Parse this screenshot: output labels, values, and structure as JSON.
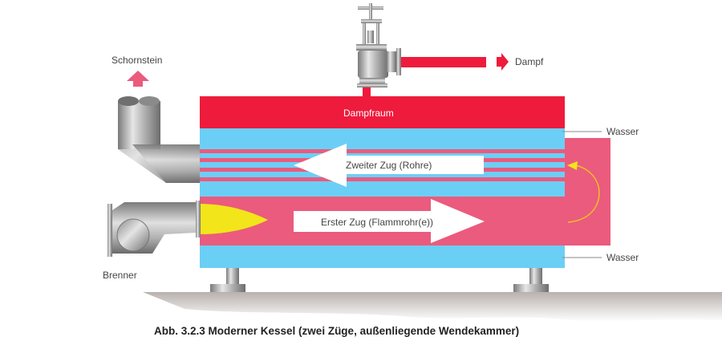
{
  "figure": {
    "caption": "Abb. 3.2.3 Moderner Kessel (zwei Züge, außenliegende Wendekammer)"
  },
  "labels": {
    "chimney": "Schornstein",
    "steam": "Dampf",
    "steam_space": "Dampfraum",
    "water_top": "Wasser",
    "water_bottom": "Wasser",
    "second_pass": "Zweiter Zug (Rohre)",
    "first_pass": "Erster Zug (Flammrohr(e))",
    "burner": "Brenner"
  },
  "colors": {
    "steam_red": "#ee1b3c",
    "water_blue": "#6bcff5",
    "hot_gas_pink": "#ea5b7e",
    "flame_yellow": "#f2e51a",
    "metal_gray": "#a7a7a7",
    "ground": "#bdb7b4"
  }
}
